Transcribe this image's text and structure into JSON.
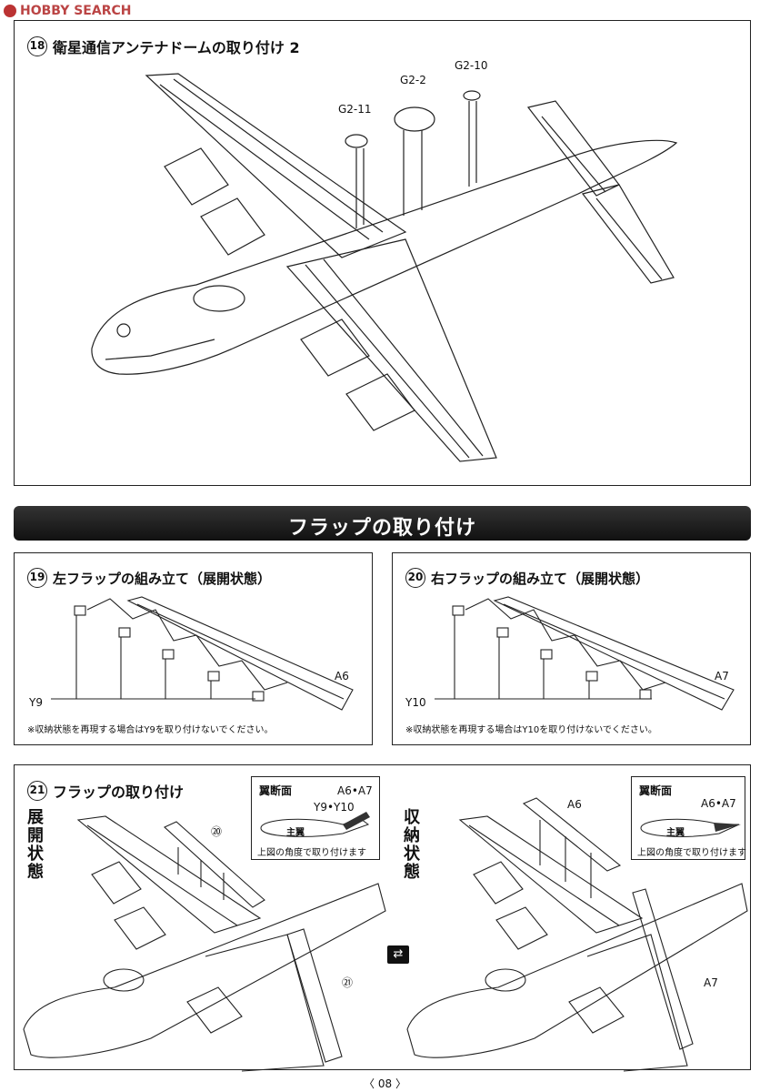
{
  "watermark": "HOBBY SEARCH",
  "step18": {
    "number": "18",
    "title": "衛星通信アンテナドームの取り付け 2",
    "parts": [
      "G2-11",
      "G2-2",
      "G2-10"
    ]
  },
  "banner": {
    "title": "フラップの取り付け"
  },
  "step19": {
    "number": "19",
    "title": "左フラップの組み立て（展開状態）",
    "part_a": "A6",
    "part_y": "Y9",
    "note": "※収納状態を再現する場合はY9を取り付けないでください。"
  },
  "step20": {
    "number": "20",
    "title": "右フラップの組み立て（展開状態）",
    "part_a": "A7",
    "part_y": "Y10",
    "note": "※収納状態を再現する場合はY10を取り付けないでください。"
  },
  "step21": {
    "number": "21",
    "title": "フラップの取り付け",
    "deployed_label": "展開状態",
    "stowed_label": "収納状態",
    "ref_20": "⑳",
    "ref_21": "㉑",
    "part_a6": "A6",
    "part_a7": "A7",
    "inset_left": {
      "title": "翼断面",
      "part_top": "A6•A7",
      "part_mid": "Y9•Y10",
      "wing": "主翼",
      "caption": "上図の角度で取り付けます"
    },
    "inset_right": {
      "title": "翼断面",
      "part_top": "A6•A7",
      "wing": "主翼",
      "caption": "上図の角度で取り付けます"
    }
  },
  "page_number": "〈 08 〉",
  "icons": {
    "swap": "swap-arrows-icon",
    "logo": "hobbysearch-logo-icon"
  }
}
